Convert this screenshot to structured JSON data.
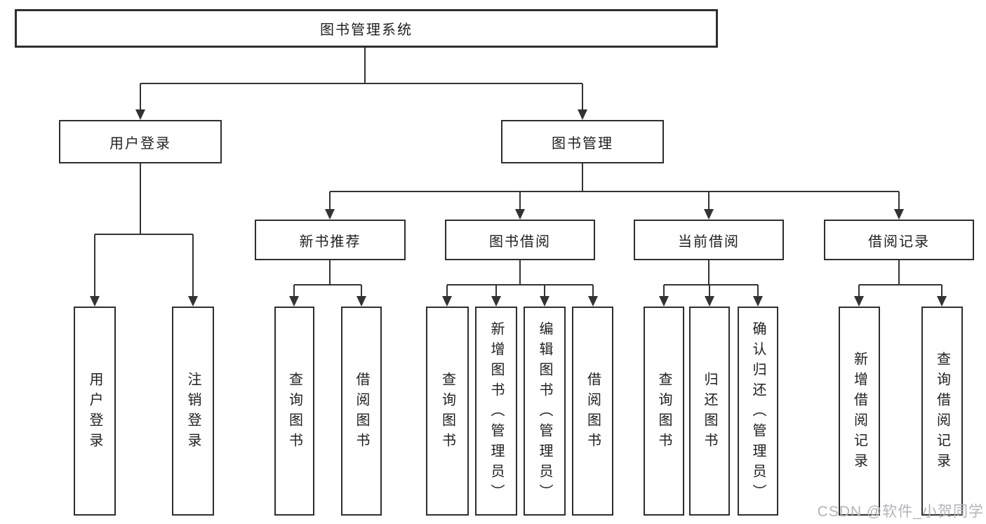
{
  "diagram": {
    "root": "图书管理系统",
    "user_login": {
      "label": "用户登录",
      "children": [
        "用户登录",
        "注销登录"
      ]
    },
    "book_mgmt": {
      "label": "图书管理",
      "sections": {
        "new_book": {
          "label": "新书推荐",
          "children": [
            "查询图书",
            "借阅图书"
          ]
        },
        "borrow": {
          "label": "图书借阅",
          "children": [
            "查询图书",
            "新增图书（管理员）",
            "编辑图书（管理员）",
            "借阅图书"
          ]
        },
        "current": {
          "label": "当前借阅",
          "children": [
            "查询图书",
            "归还图书",
            "确认归还（管理员）"
          ]
        },
        "records": {
          "label": "借阅记录",
          "children": [
            "新增借阅记录",
            "查询借阅记录"
          ]
        }
      }
    }
  },
  "colors": {
    "line": "#333333",
    "border": "#2e2e2e",
    "watermark": "#b3b3b9"
  },
  "watermark": "CSDN @软件_小贺同学"
}
